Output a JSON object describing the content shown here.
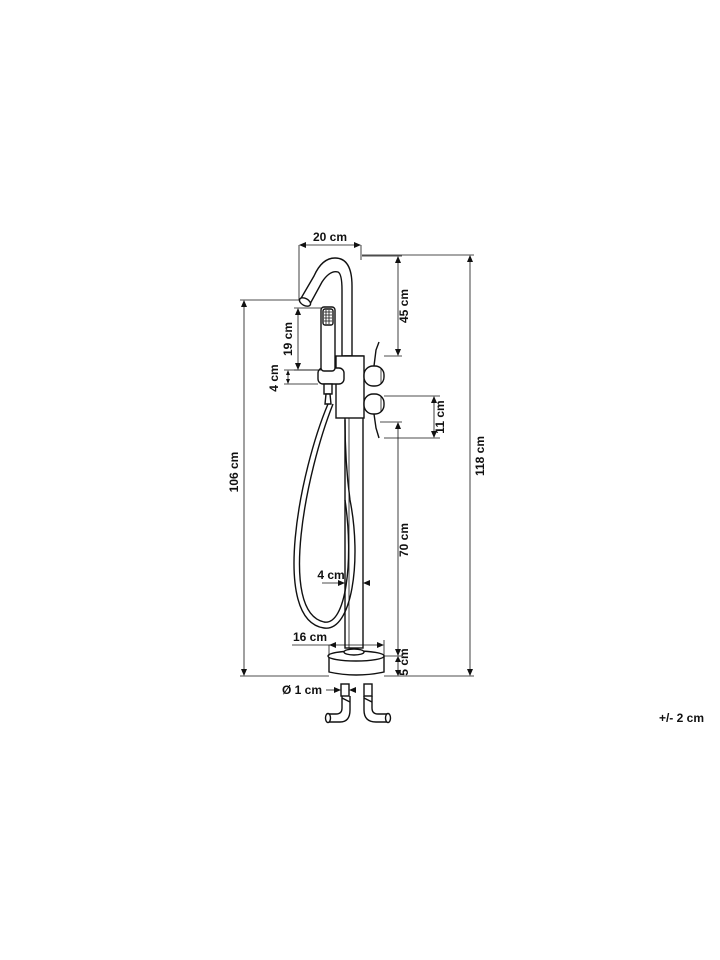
{
  "dimensions": {
    "width_top": "20 cm",
    "spout_drop": "45 cm",
    "handshower_length": "19 cm",
    "holder_height": "4 cm",
    "valve_spacing": "11 cm",
    "total_height": "118 cm",
    "spout_height": "106 cm",
    "valve_height": "70 cm",
    "column_diameter": "4 cm",
    "base_diameter": "16 cm",
    "base_height": "5 cm",
    "pipe_diameter": "Ø 1 cm"
  },
  "tolerance": "+/- 2 cm"
}
